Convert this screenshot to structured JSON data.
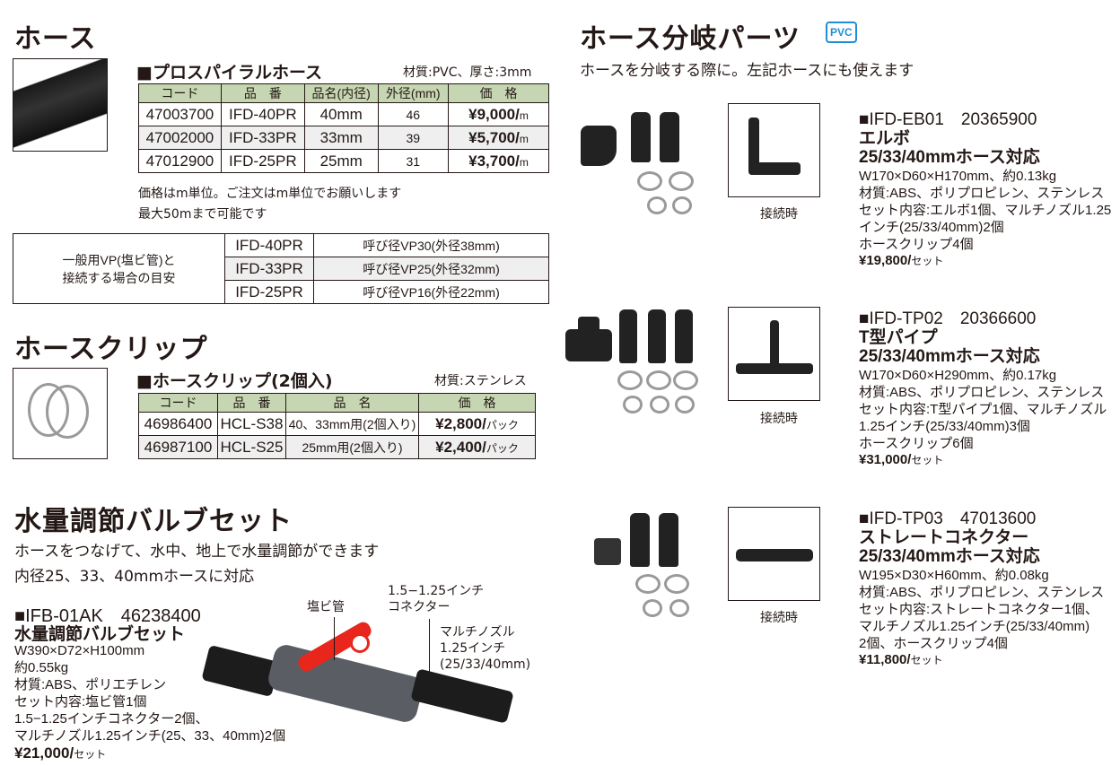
{
  "hose": {
    "title": "ホース",
    "product_title": "■プロスパイラルホース",
    "material": "材質:PVC、厚さ:3mm",
    "headers": [
      "コード",
      "品　番",
      "品名(内径)",
      "外径(mm)",
      "価　格"
    ],
    "rows": [
      {
        "code": "47003700",
        "part": "IFD-40PR",
        "name": "40mm",
        "od": "46",
        "price": "¥9,000/",
        "unit": "m"
      },
      {
        "code": "47002000",
        "part": "IFD-33PR",
        "name": "33mm",
        "od": "39",
        "price": "¥5,700/",
        "unit": "m"
      },
      {
        "code": "47012900",
        "part": "IFD-25PR",
        "name": "25mm",
        "od": "31",
        "price": "¥3,700/",
        "unit": "m"
      }
    ],
    "note1": "価格はm単位。ご注文はm単位でお願いします",
    "note2": "最大50mまで可能です"
  },
  "vp_guide": {
    "label1": "一般用VP(塩ビ管)と",
    "label2": "接続する場合の目安",
    "rows": [
      {
        "part": "IFD-40PR",
        "desc": "呼び径VP30(外径38mm)"
      },
      {
        "part": "IFD-33PR",
        "desc": "呼び径VP25(外径32mm)"
      },
      {
        "part": "IFD-25PR",
        "desc": "呼び径VP16(外径22mm)"
      }
    ]
  },
  "clip": {
    "title": "ホースクリップ",
    "product_title": "■ホースクリップ(2個入)",
    "material": "材質:ステンレス",
    "headers": [
      "コード",
      "品　番",
      "品　名",
      "価　格"
    ],
    "rows": [
      {
        "code": "46986400",
        "part": "HCL-S38",
        "name": "40、33mm用(2個入り)",
        "price": "¥2,800/",
        "unit": "パック"
      },
      {
        "code": "46987100",
        "part": "HCL-S25",
        "name": "25mm用(2個入り)",
        "price": "¥2,400/",
        "unit": "パック"
      }
    ]
  },
  "valve": {
    "title": "水量調節バルブセット",
    "desc1": "ホースをつなげて、水中、地上で水量調節ができます",
    "desc2": "内径25、33、40mmホースに対応",
    "code_line": "■IFB-01AK　46238400",
    "name": "水量調節バルブセット",
    "size": "W390×D72×H100mm",
    "weight": "約0.55kg",
    "material": "材質:ABS、ポリエチレン",
    "contents1": "セット内容:塩ビ管1個",
    "contents2": "1.5−1.25インチコネクター2個、",
    "contents3": "マルチノズル1.25インチ(25、33、40mm)2個",
    "price": "¥21,000/",
    "price_unit": "セット",
    "callout_pipe": "塩ビ管",
    "callout_connector1": "1.5−1.25インチ",
    "callout_connector2": "コネクター",
    "callout_nozzle1": "マルチノズル",
    "callout_nozzle2": "1.25インチ",
    "callout_nozzle3": "(25/33/40mm)"
  },
  "branch": {
    "title": "ホース分岐パーツ",
    "badge": "PVC",
    "desc": "ホースを分岐する際に。左記ホースにも使えます",
    "connected_label": "接続時",
    "items": [
      {
        "code_line": "■IFD-EB01　20365900",
        "name": "エルボ",
        "compat": "25/33/40mmホース対応",
        "size": "W170×D60×H170mm、約0.13kg",
        "material": "材質:ABS、ポリプロピレン、ステンレス",
        "contents1": "セット内容:エルボ1個、マルチノズル1.25",
        "contents2": "インチ(25/33/40mm)2個",
        "contents3": "ホースクリップ4個",
        "price": "¥19,800/",
        "price_unit": "セット"
      },
      {
        "code_line": "■IFD-TP02　20366600",
        "name": "T型パイプ",
        "compat": "25/33/40mmホース対応",
        "size": "W170×D60×H290mm、約0.17kg",
        "material": "材質:ABS、ポリプロピレン、ステンレス",
        "contents1": "セット内容:T型パイプ1個、マルチノズル",
        "contents2": "1.25インチ(25/33/40mm)3個",
        "contents3": "ホースクリップ6個",
        "price": "¥31,000/",
        "price_unit": "セット"
      },
      {
        "code_line": "■IFD-TP03　47013600",
        "name": "ストレートコネクター",
        "compat": "25/33/40mmホース対応",
        "size": "W195×D30×H60mm、約0.08kg",
        "material": "材質:ABS、ポリプロピレン、ステンレス",
        "contents1": "セット内容:ストレートコネクター1個、",
        "contents2": "マルチノズル1.25インチ(25/33/40mm)",
        "contents3": "2個、ホースクリップ4個",
        "price": "¥11,800/",
        "price_unit": "セット"
      }
    ]
  }
}
